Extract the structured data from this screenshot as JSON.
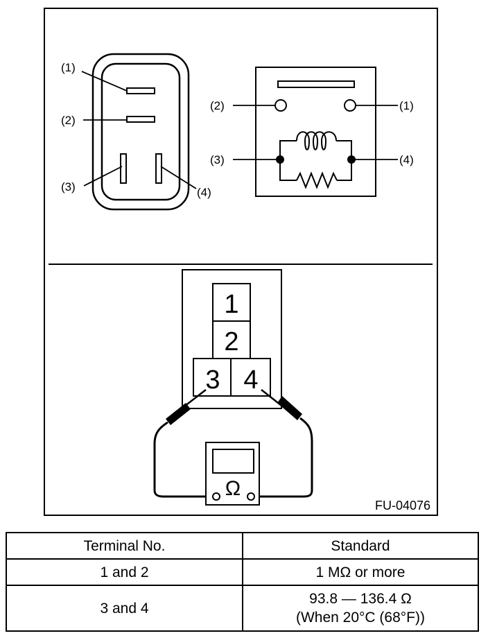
{
  "connector_view": {
    "labels": [
      "(1)",
      "(2)",
      "(3)",
      "(4)"
    ]
  },
  "schematic": {
    "labels": [
      "(1)",
      "(2)",
      "(3)",
      "(4)"
    ]
  },
  "measurement": {
    "terminals": [
      "1",
      "2",
      "3",
      "4"
    ],
    "meter_symbol": "Ω"
  },
  "figure_code": "FU-04076",
  "table": {
    "headers": [
      "Terminal No.",
      "Standard"
    ],
    "rows": [
      {
        "terminal": "1 and 2",
        "standard": "1 MΩ or more",
        "standard_note": ""
      },
      {
        "terminal": "3 and 4",
        "standard": "93.8 — 136.4 Ω",
        "standard_note": "(When 20°C (68°F))"
      }
    ]
  }
}
